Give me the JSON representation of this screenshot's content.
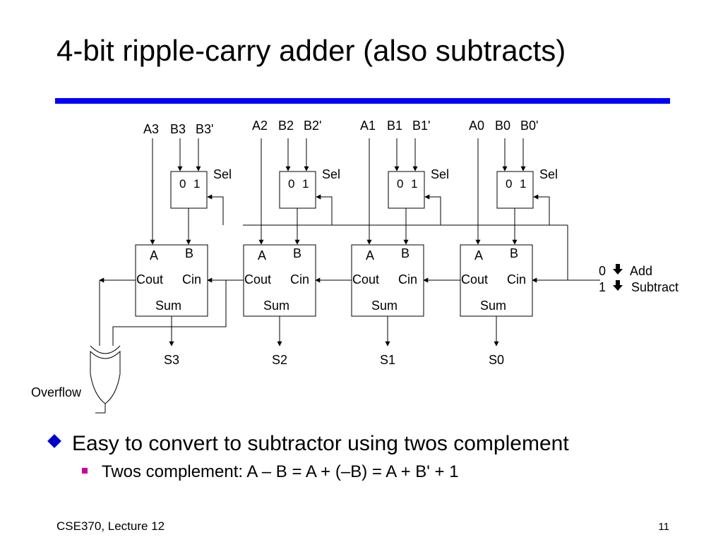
{
  "slide": {
    "title": "4-bit ripple-carry adder (also subtracts)",
    "accent_color": "#0000ff",
    "bullet_1": "Easy to convert to subtractor using twos complement",
    "bullet_2": "Twos complement:  A – B = A + (–B) = A + B' + 1",
    "footer_left": "CSE370, Lecture 12",
    "footer_right": "11"
  },
  "diagram": {
    "bits": [
      {
        "a": "A3",
        "b": "B3",
        "bn": "B3'",
        "sum_out": "S3"
      },
      {
        "a": "A2",
        "b": "B2",
        "bn": "B2'",
        "sum_out": "S2"
      },
      {
        "a": "A1",
        "b": "B1",
        "bn": "B1'",
        "sum_out": "S1"
      },
      {
        "a": "A0",
        "b": "B0",
        "bn": "B0'",
        "sum_out": "S0"
      }
    ],
    "mux": {
      "in0": "0",
      "in1": "1",
      "sel": "Sel"
    },
    "adder": {
      "a": "A",
      "b": "B",
      "cout": "Cout",
      "cin": "Cin",
      "sum": "Sum"
    },
    "control": {
      "add_value": "0",
      "add_label": "Add",
      "sub_value": "1",
      "sub_label": "Subtract",
      "arrow_icon": "down-arrow-icon"
    },
    "overflow_label": "Overflow"
  }
}
